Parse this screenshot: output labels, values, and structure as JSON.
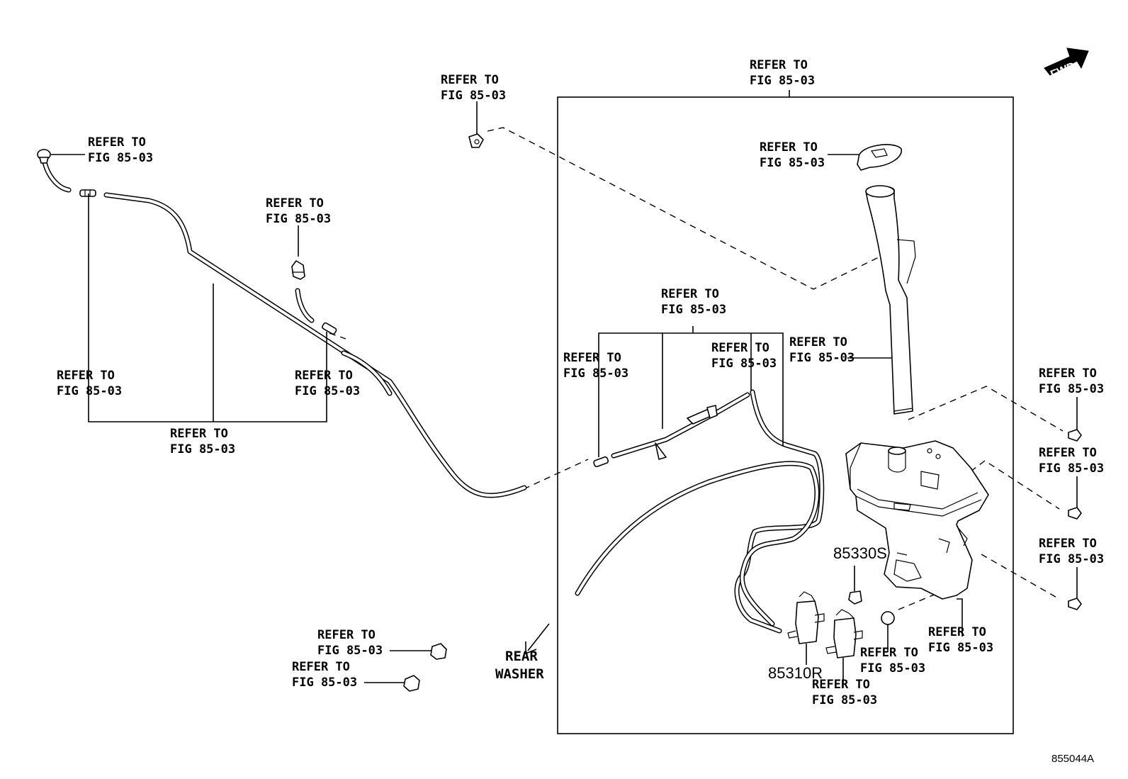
{
  "refer_label": {
    "line1": "REFER TO",
    "line2": "FIG 85-03"
  },
  "fwd_label": "FWD",
  "rear_washer": {
    "line1": "REAR",
    "line2": "WASHER"
  },
  "parts": {
    "reservoir_pump": "85310R",
    "grommet": "85330S"
  },
  "diagram_id": "855044A"
}
